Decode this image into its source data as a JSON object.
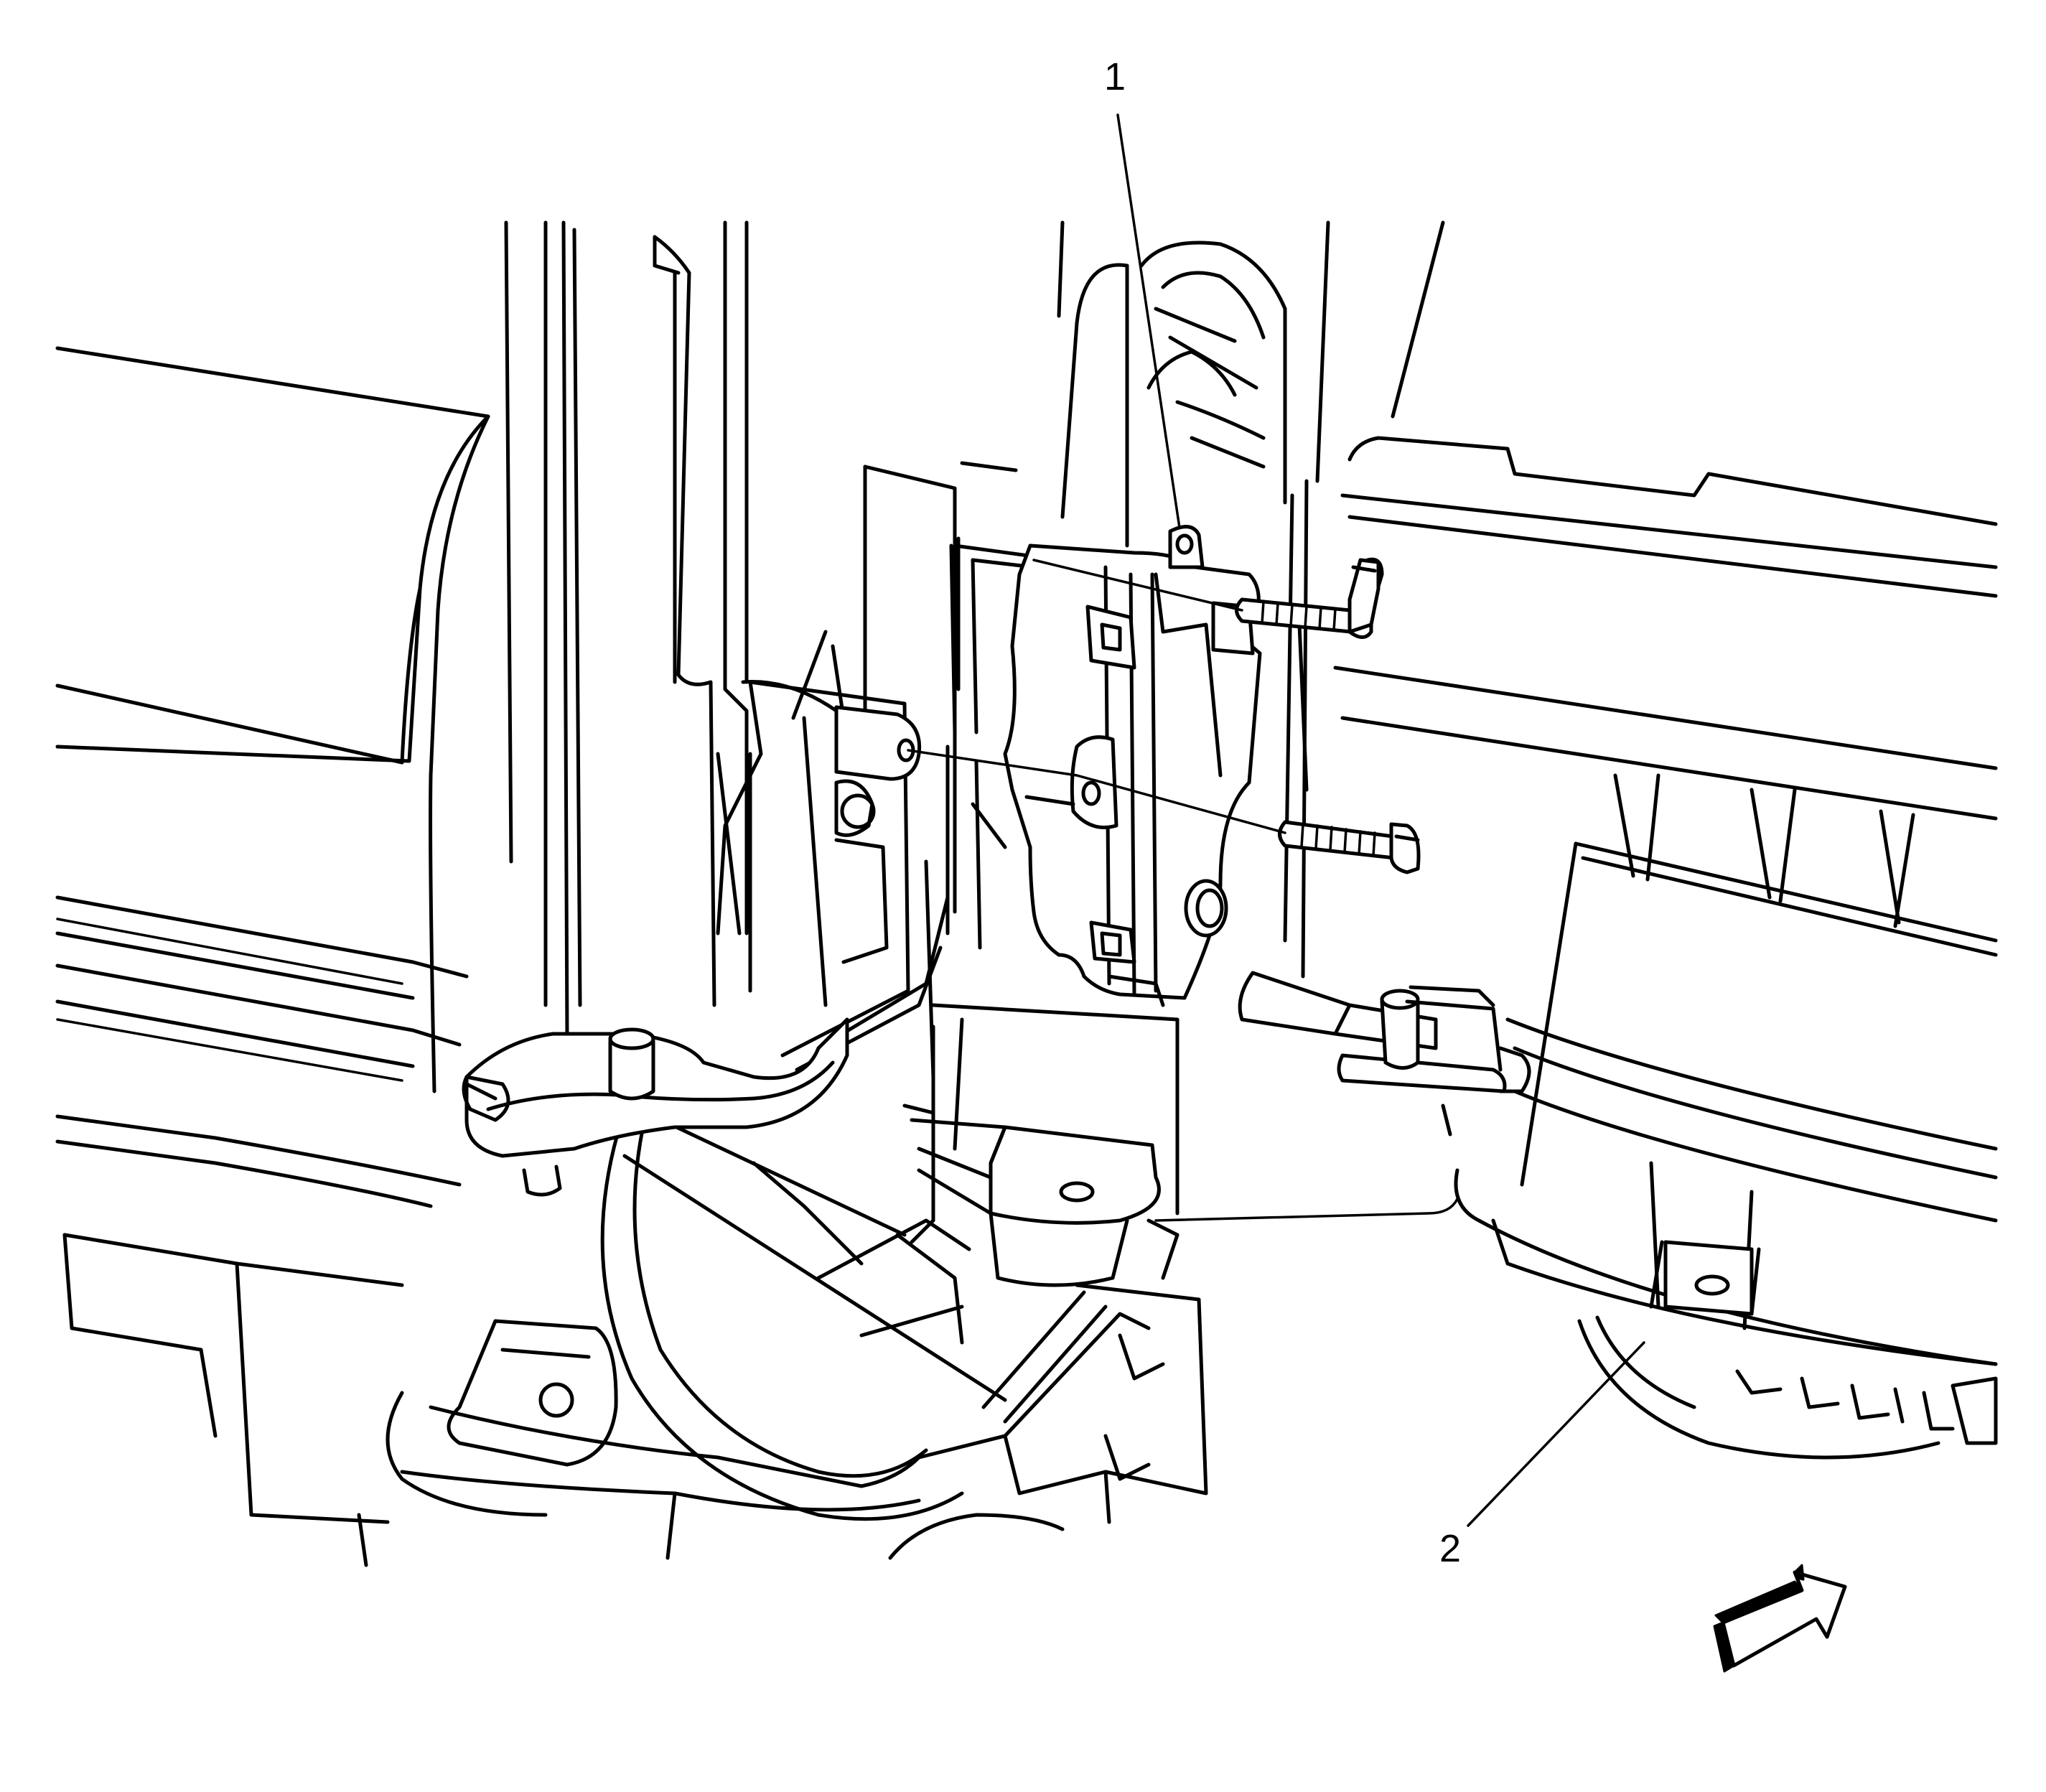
{
  "callouts": [
    {
      "id": "1",
      "label": "1"
    },
    {
      "id": "2",
      "label": "2"
    }
  ],
  "icons": {
    "direction": "forward-direction-arrow-icon"
  },
  "colors": {
    "line": "#000000",
    "background": "#ffffff"
  }
}
